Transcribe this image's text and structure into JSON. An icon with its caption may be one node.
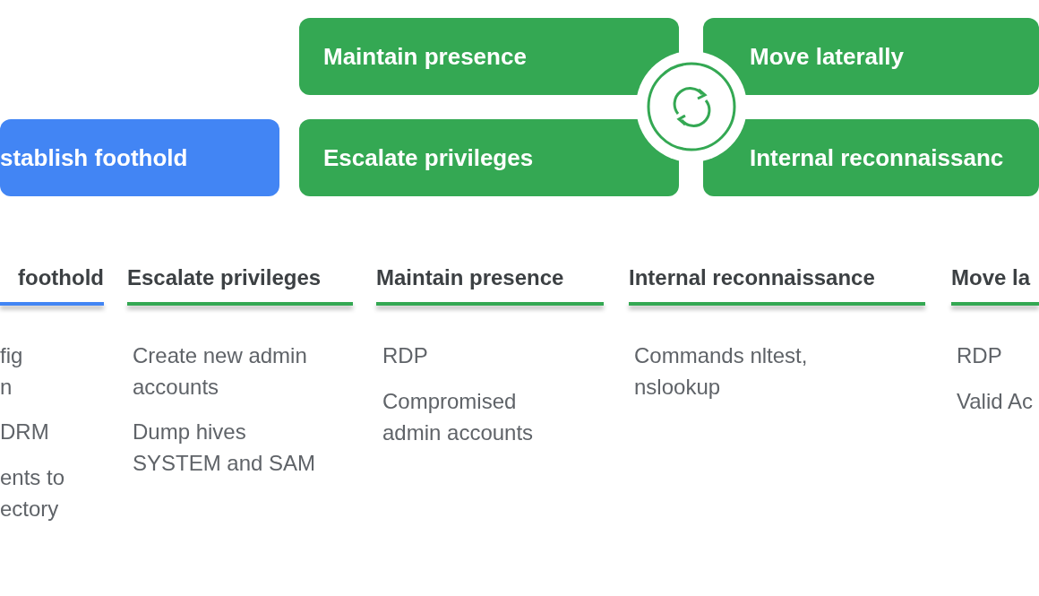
{
  "diagram": {
    "nodes": [
      {
        "text": [
          "stablish foothold"
        ]
      },
      {
        "text": [
          "Maintain presence"
        ]
      },
      {
        "text": [
          "Escalate privileges"
        ]
      },
      {
        "text": [
          "Move laterally"
        ]
      },
      {
        "text": [
          "Internal reconnaissanc"
        ]
      }
    ],
    "labels": [
      "foothold",
      "fig n",
      "DRM",
      "ents to ectory",
      "Escalate privileges",
      "Create new admin accounts",
      "Dump hives SYSTEM and SAM",
      "Maintain presence",
      "RDP",
      "Compromised admin accounts",
      "Internal reconnaissance",
      "Commands nltest, nslookup",
      "Move la",
      "RDP",
      "Valid Ac"
    ]
  }
}
